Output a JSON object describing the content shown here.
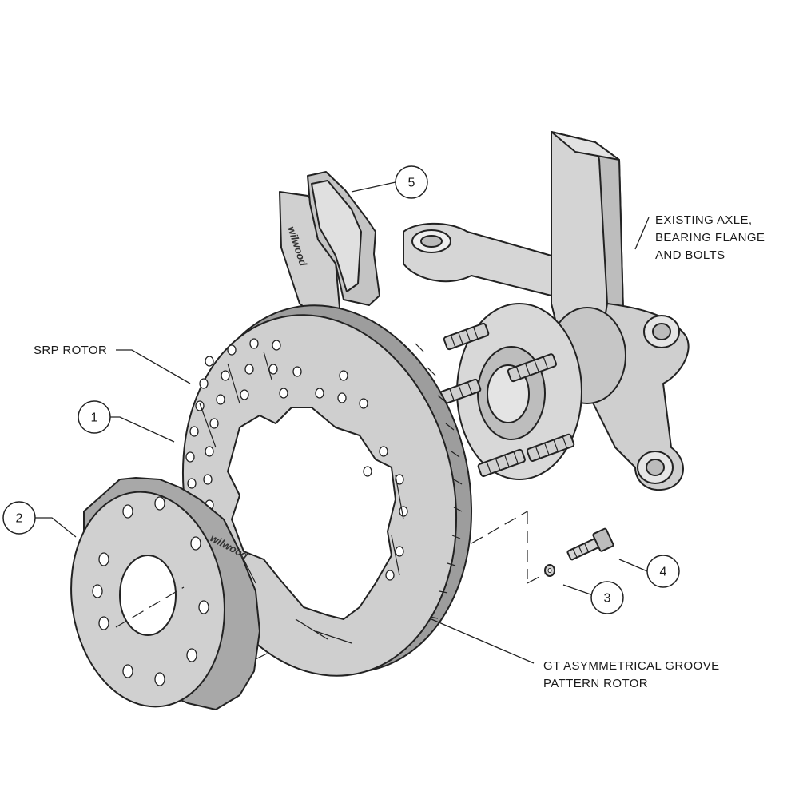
{
  "labels": {
    "srp_rotor": "SRP ROTOR",
    "existing_axle_line1": "EXISTING AXLE,",
    "existing_axle_line2": "BEARING FLANGE",
    "existing_axle_line3": "AND BOLTS",
    "gt_rotor_line1": "GT ASYMMETRICAL GROOVE",
    "gt_rotor_line2": "PATTERN ROTOR"
  },
  "callouts": {
    "n1": "1",
    "n2": "2",
    "n3": "3",
    "n4": "4",
    "n5": "5"
  },
  "brand": {
    "hat_logo": "wilwood",
    "pad_logo": "wilwood"
  },
  "colors": {
    "part_fill": "#d2d2d2",
    "part_shadow": "#a9a9a9",
    "outline": "#222222"
  }
}
